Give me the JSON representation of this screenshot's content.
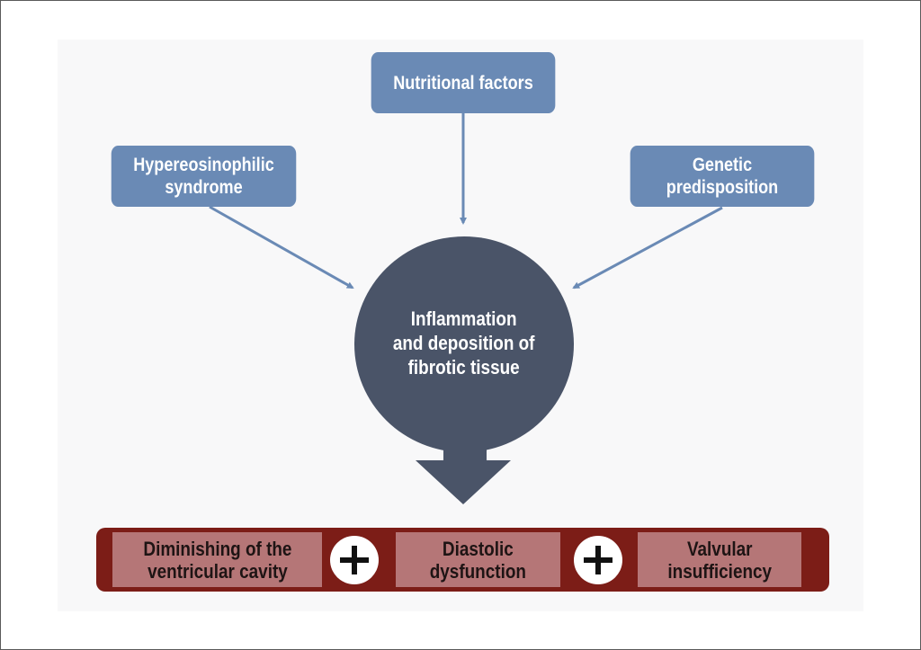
{
  "diagram": {
    "causes": [
      {
        "id": "nutritional",
        "lines": [
          "Nutritional factors"
        ]
      },
      {
        "id": "hypereosinophilic",
        "lines": [
          "Hypereosinophilic",
          "syndrome"
        ]
      },
      {
        "id": "genetic",
        "lines": [
          "Genetic",
          "predisposition"
        ]
      }
    ],
    "central_process": {
      "lines": [
        "Inflammation",
        "and deposition of",
        "fibrotic tissue"
      ]
    },
    "consequences": [
      {
        "lines": [
          "Diminishing of the",
          "ventricular cavity"
        ]
      },
      {
        "lines": [
          "Diastolic",
          "dysfunction"
        ]
      },
      {
        "lines": [
          "Valvular",
          "insufficiency"
        ]
      }
    ],
    "connector_symbol": "plus",
    "colors": {
      "cause_box": "#6a8ab5",
      "arrow": "#6a8ab5",
      "central_circle": "#4a5468",
      "consequence_bar": "#7c1d17",
      "consequence_box": "#b57677",
      "panel_background": "#f8f8f9"
    }
  }
}
